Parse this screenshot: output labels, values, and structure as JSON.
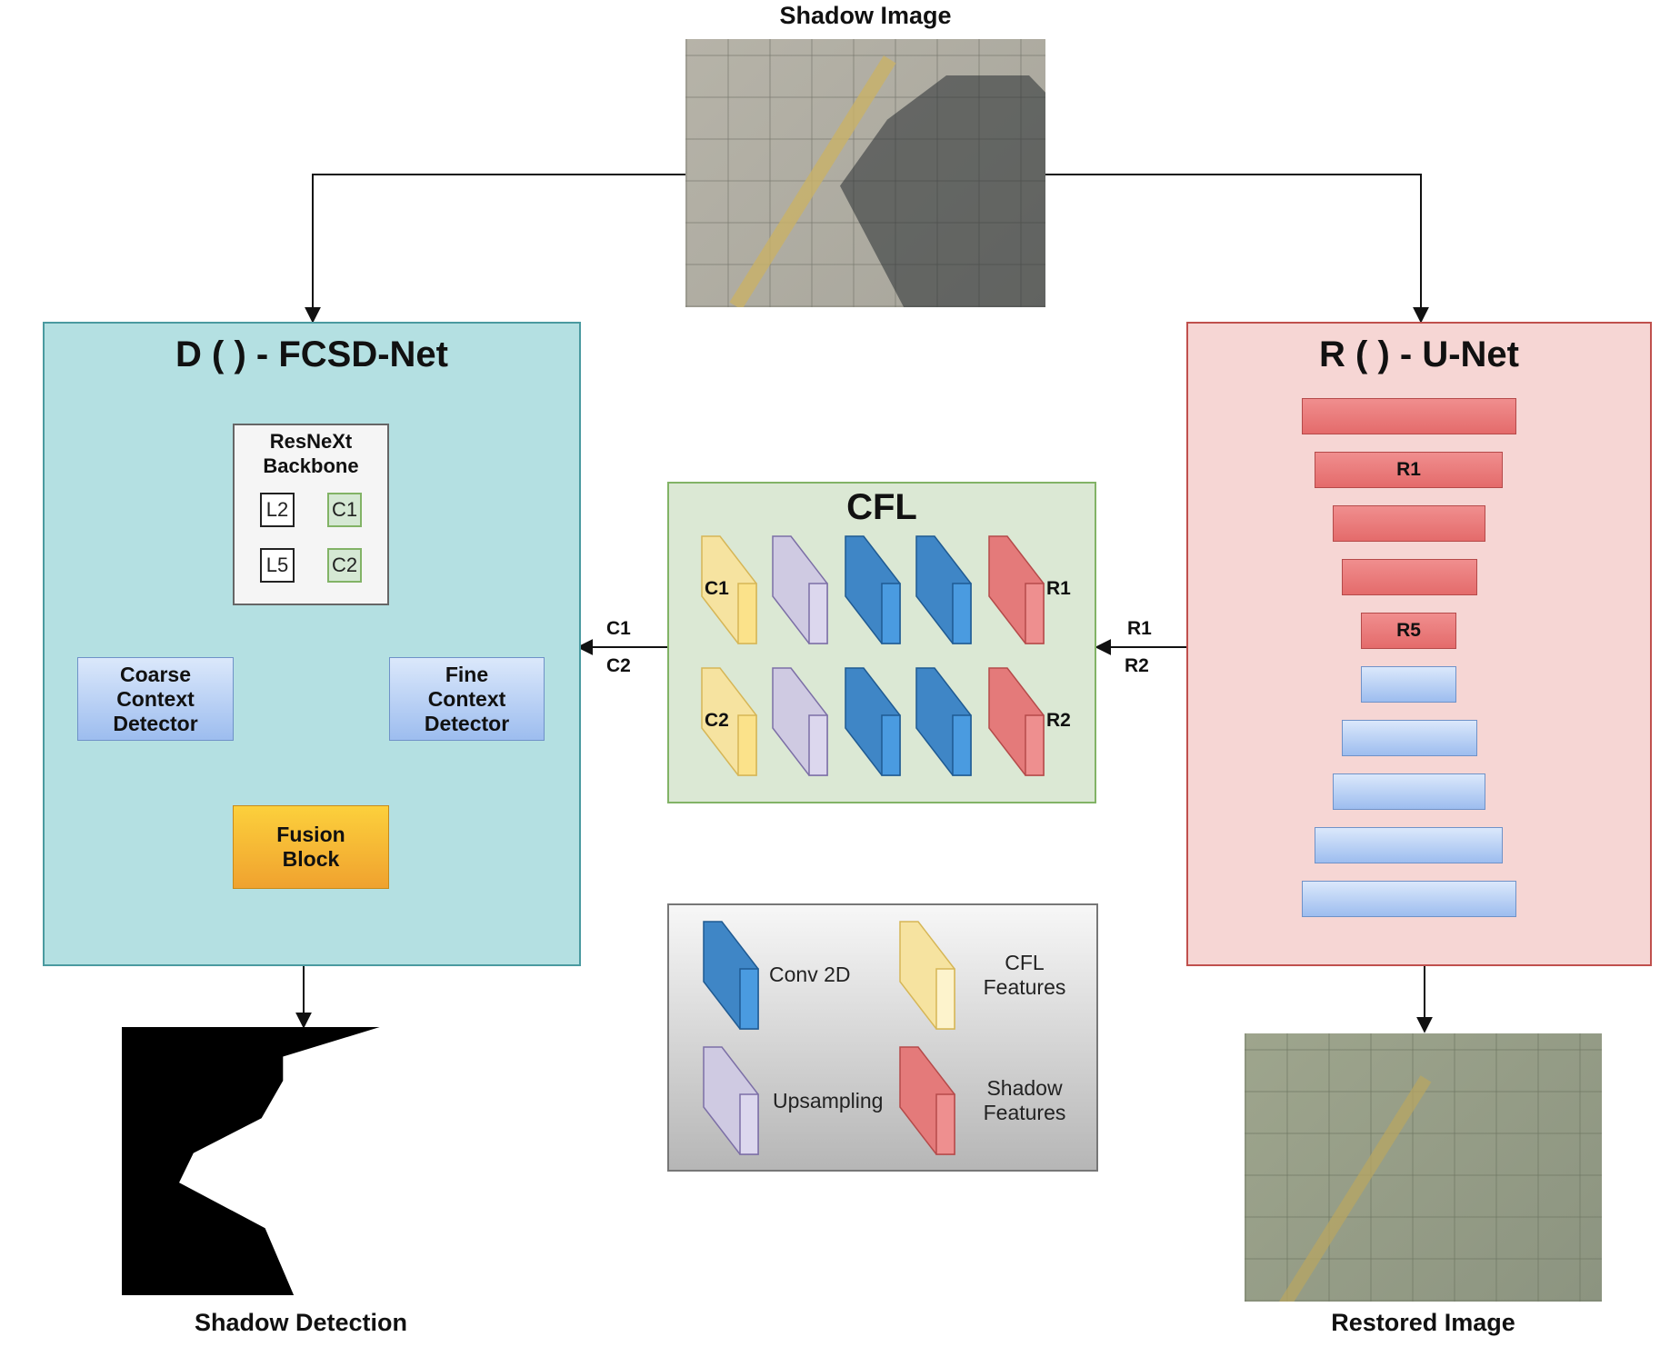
{
  "captions": {
    "input": "Shadow Image",
    "detection": "Shadow Detection",
    "restored": "Restored Image"
  },
  "detector": {
    "title": "D ( ) - FCSD-Net",
    "backbone": "ResNeXt\nBackbone",
    "l2": "L2",
    "c1": "C1",
    "l5": "L5",
    "c2": "C2",
    "coarse": "Coarse\nContext\nDetector",
    "fine": "Fine\nContext\nDetector",
    "fusion": "Fusion\nBlock"
  },
  "cfl": {
    "title": "CFL",
    "row1_out": "C1",
    "row1_in": "R1",
    "row2_out": "C2",
    "row2_in": "R2",
    "edge_out_1": "C1",
    "edge_out_2": "C2",
    "edge_in_1": "R1",
    "edge_in_2": "R2"
  },
  "unet": {
    "title": "R ( ) - U-Net",
    "r1": "R1",
    "r5": "R5"
  },
  "legend": {
    "conv": "Conv 2D",
    "cfl_features": "CFL\nFeatures",
    "upsampling": "Upsampling",
    "shadow_features": "Shadow\nFeatures"
  },
  "colors": {
    "detector_fill": "#b4e0e2",
    "detector_border": "#4a9aa0",
    "unet_fill": "#f6d6d4",
    "unet_border": "#c0504d",
    "cfl_fill": "#dbe8d4",
    "cfl_border": "#82b366",
    "conv": "#3a86c8",
    "upsampling": "#c9c4dc",
    "cfl_feature": "#f2dc8e",
    "shadow_feature": "#e47a7a"
  }
}
